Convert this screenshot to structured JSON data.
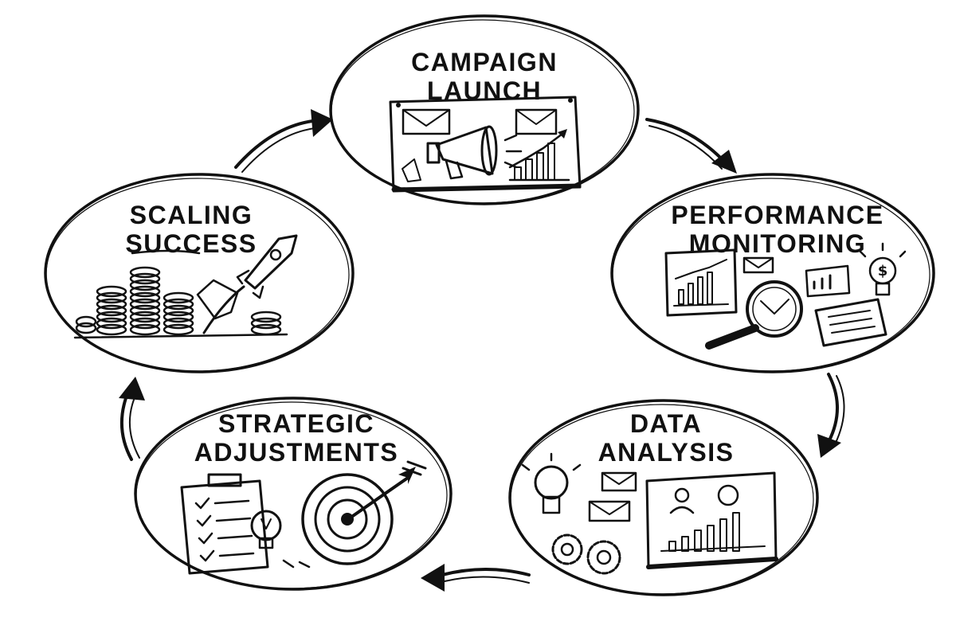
{
  "stages": [
    {
      "id": "campaign-launch",
      "line1": "CAMPAIGN",
      "line2": "LAUNCH"
    },
    {
      "id": "performance-monitoring",
      "line1": "PERFORMANCE",
      "line2": "MONITORING"
    },
    {
      "id": "data-analysis",
      "line1": "DATA",
      "line2": "ANALYSIS"
    },
    {
      "id": "strategic-adjustments",
      "line1": "STRATEGIC",
      "line2": "ADJUSTMENTS"
    },
    {
      "id": "scaling-success",
      "line1": "SCALING",
      "line2": "SUCCESS"
    }
  ],
  "flow": [
    [
      "campaign-launch",
      "performance-monitoring"
    ],
    [
      "performance-monitoring",
      "data-analysis"
    ],
    [
      "data-analysis",
      "strategic-adjustments"
    ],
    [
      "strategic-adjustments",
      "scaling-success"
    ],
    [
      "scaling-success",
      "campaign-launch"
    ]
  ],
  "icons": {
    "campaign-launch": [
      "board-icon",
      "megaphone-icon",
      "envelope-icon",
      "bar-chart-icon"
    ],
    "performance-monitoring": [
      "line-chart-icon",
      "magnifying-glass-icon",
      "lightbulb-icon",
      "report-card-icon"
    ],
    "data-analysis": [
      "lightbulb-icon",
      "envelope-icon",
      "gears-icon",
      "dashboard-icon"
    ],
    "strategic-adjustments": [
      "clipboard-checklist-icon",
      "target-icon",
      "arrow-icon"
    ],
    "scaling-success": [
      "coin-stacks-icon",
      "rocket-icon"
    ]
  },
  "style": {
    "ink": "#111111",
    "background": "#ffffff"
  }
}
